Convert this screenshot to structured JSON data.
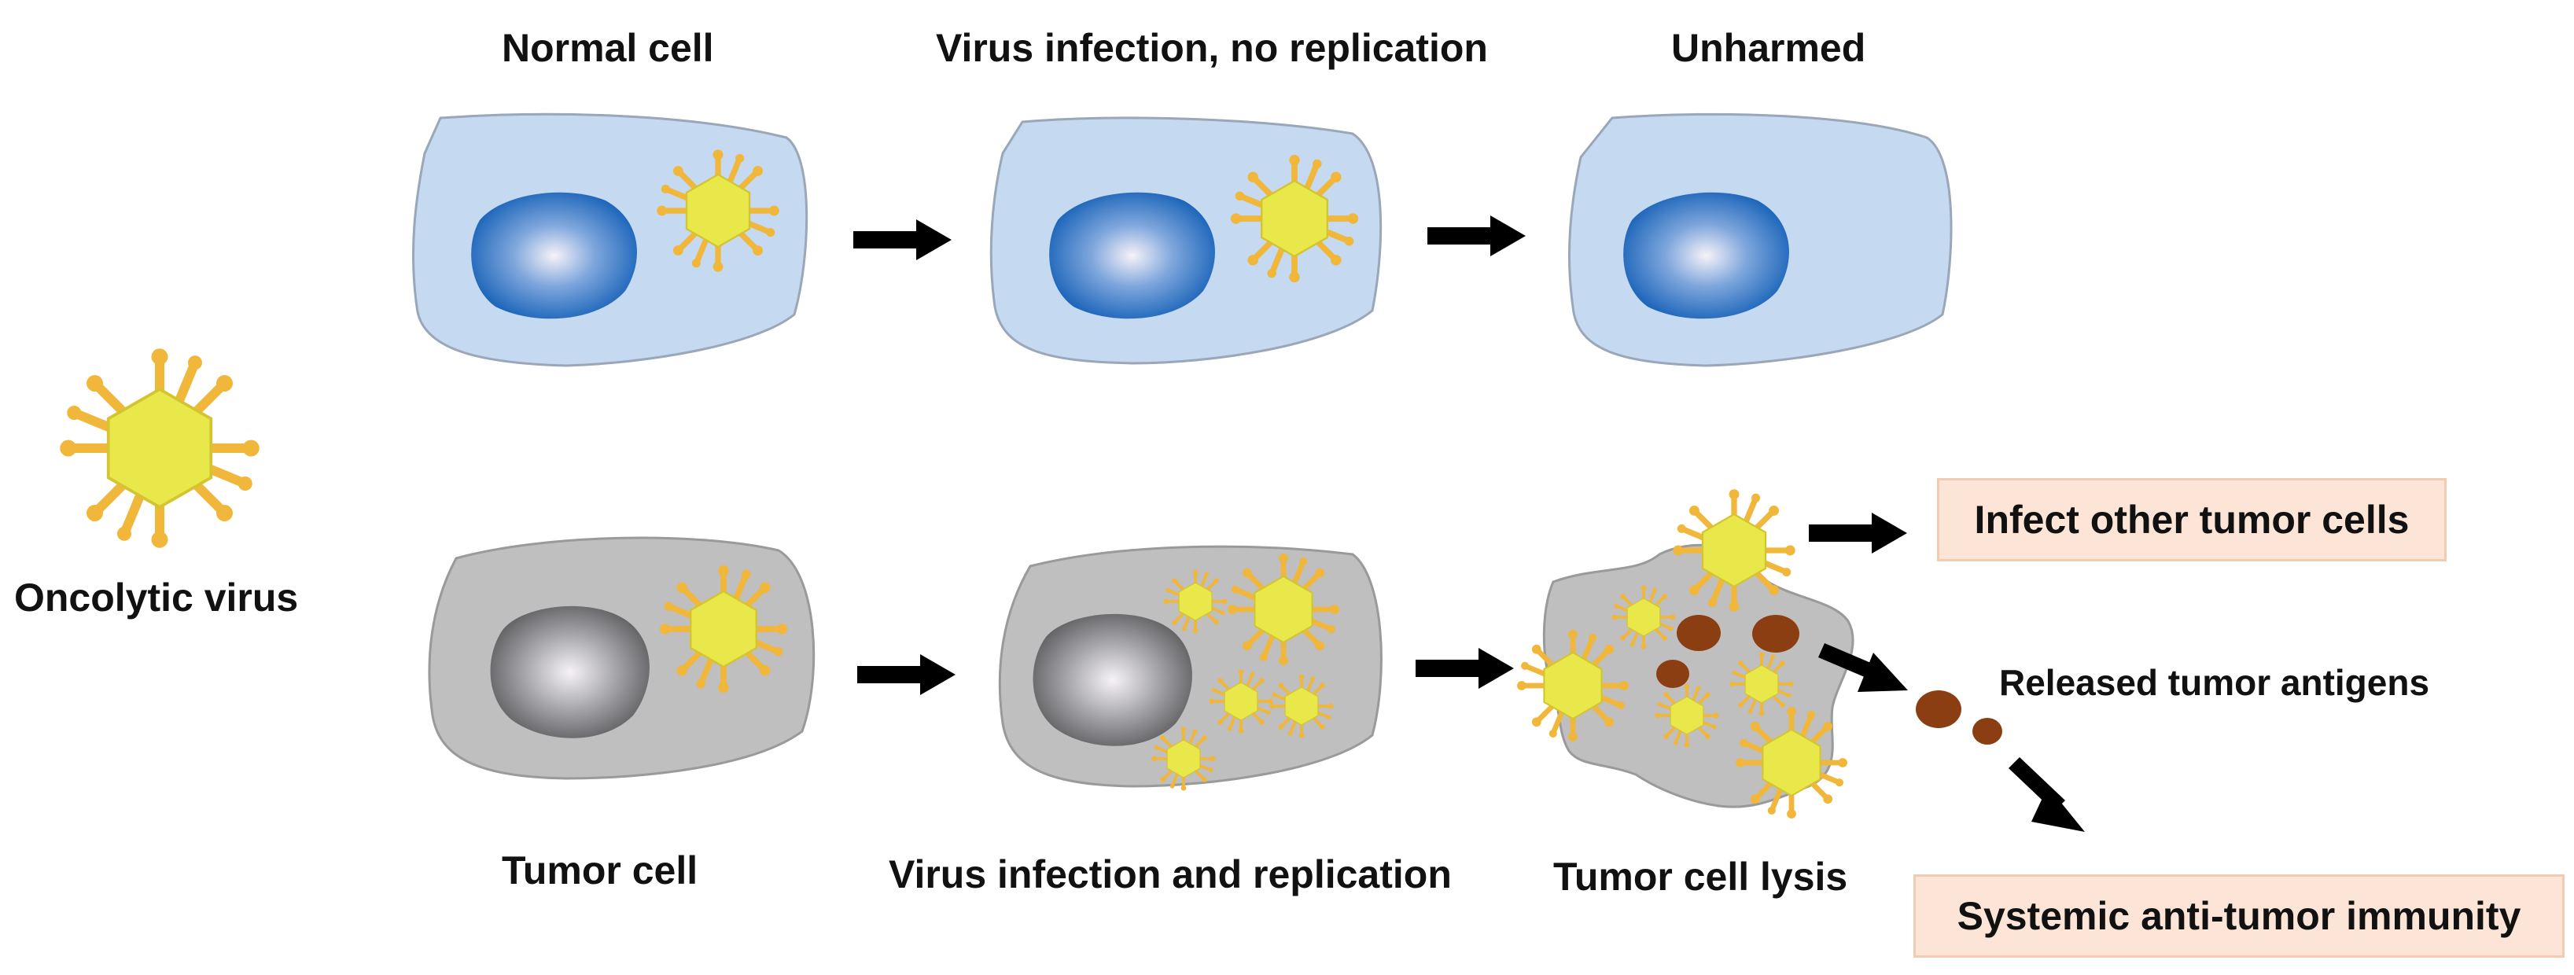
{
  "labels": {
    "oncolytic_virus": "Oncolytic virus",
    "normal_cell": "Normal cell",
    "virus_infection_no_replication": "Virus infection, no replication",
    "unharmed": "Unharmed",
    "tumor_cell": "Tumor cell",
    "virus_infection_and_replication": "Virus infection and replication",
    "tumor_cell_lysis": "Tumor cell lysis",
    "released_tumor_antigens": "Released tumor antigens"
  },
  "outcomes": {
    "infect_other": "Infect other tumor cells",
    "systemic_immunity": "Systemic anti-tumor immunity"
  },
  "colors": {
    "normal_cytoplasm": "#c5d9f1",
    "tumor_cytoplasm": "#bfbfbf",
    "virus_body": "#e8e84a",
    "virus_spike": "#f0b73a",
    "antigen": "#8b3e12",
    "arrow": "#000000",
    "outcome_box": "#fce4d6"
  }
}
